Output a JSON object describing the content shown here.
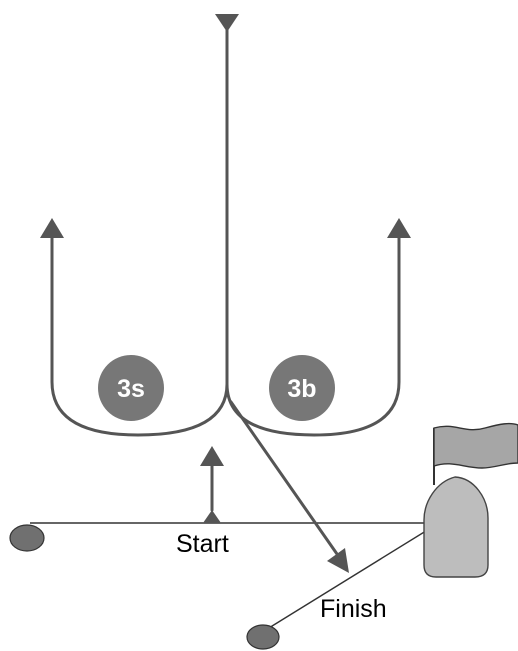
{
  "gates": [
    {
      "label": "3s"
    },
    {
      "label": "3b"
    }
  ],
  "start": {
    "label": "Start"
  },
  "finish": {
    "label": "Finish"
  }
}
